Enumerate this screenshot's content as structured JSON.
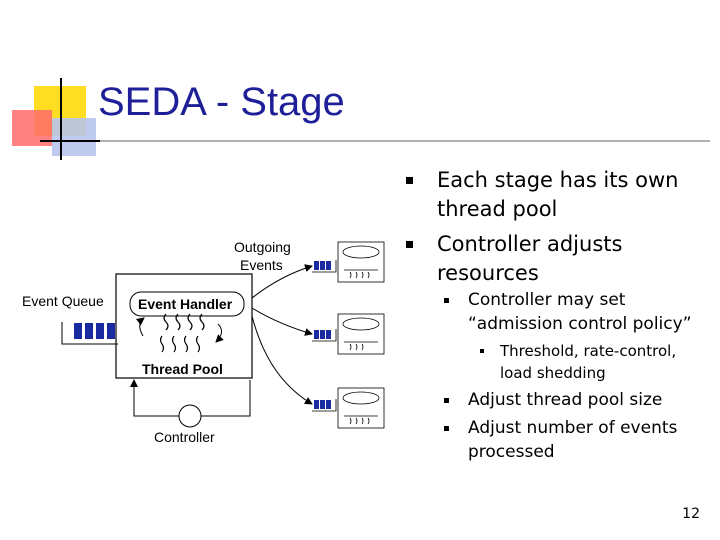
{
  "slide": {
    "title": "SEDA - Stage",
    "page_number": "12"
  },
  "diagram": {
    "outgoing_events_line1": "Outgoing",
    "outgoing_events_line2": "Events",
    "event_queue": "Event Queue",
    "event_handler": "Event Handler",
    "thread_pool": "Thread Pool",
    "controller": "Controller"
  },
  "bullets": [
    {
      "text": "Each stage has its own thread pool"
    },
    {
      "text": "Controller adjusts resources"
    }
  ],
  "sub_bullets_a": [
    {
      "text": "Controller may set “admission control policy”"
    }
  ],
  "sub_sub_bullets": [
    {
      "text": "Threshold, rate-control, load shedding"
    }
  ],
  "sub_bullets_b": [
    {
      "text": "Adjust thread pool size"
    },
    {
      "text": "Adjust number of events processed"
    }
  ],
  "colors": {
    "title": "#1f1f99",
    "accent_yellow": "#ffdd22",
    "accent_red": "#ff6b6b",
    "accent_blue": "#b7c4ec",
    "queue_blue": "#1a2aa0"
  }
}
